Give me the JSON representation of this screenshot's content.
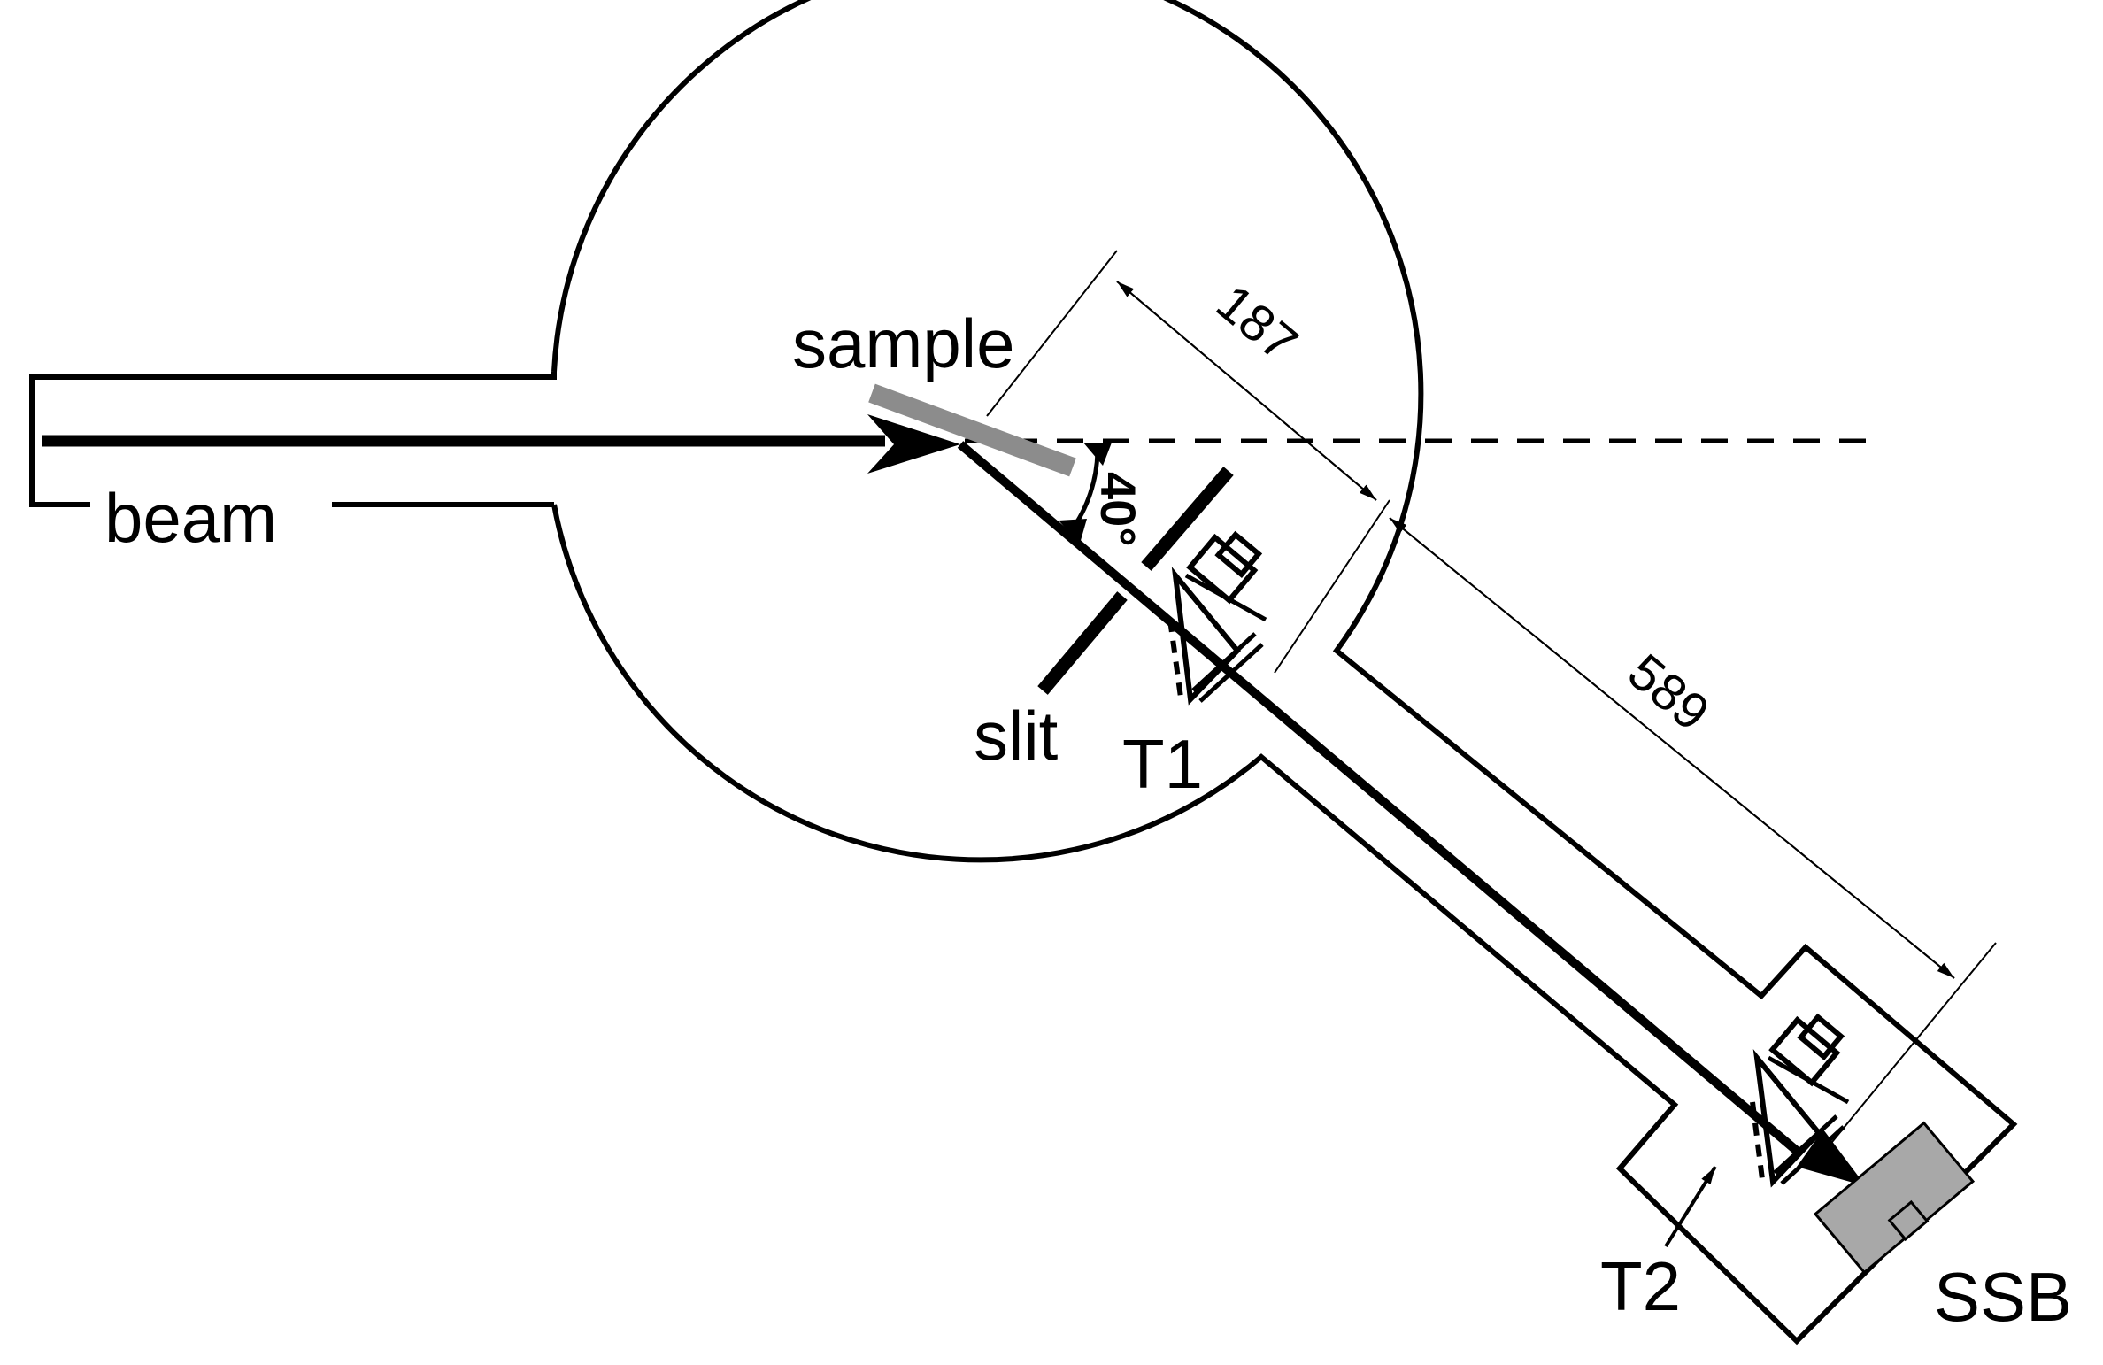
{
  "labels": {
    "sample": "sample",
    "beam": "beam",
    "slit": "slit",
    "t1": "T1",
    "t2": "T2",
    "ssb": "SSB",
    "dim_short": "187",
    "dim_long": "589",
    "angle": "40°"
  },
  "colors": {
    "line": "#000000",
    "sample": "#8c8c8c",
    "detector": "#a8a8a8"
  }
}
